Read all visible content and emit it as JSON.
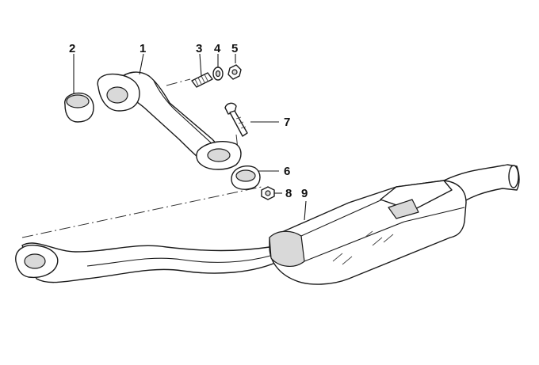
{
  "diagram": {
    "parts": [
      {
        "id": "pipe",
        "number": "1"
      },
      {
        "id": "ring",
        "number": "2"
      },
      {
        "id": "spring",
        "number": "3"
      },
      {
        "id": "washer",
        "number": "4"
      },
      {
        "id": "nut",
        "number": "5"
      },
      {
        "id": "gasket",
        "number": "6"
      },
      {
        "id": "bolt",
        "number": "7"
      },
      {
        "id": "self-locking-nut",
        "number": "8"
      },
      {
        "id": "muffler",
        "number": "9"
      }
    ]
  }
}
